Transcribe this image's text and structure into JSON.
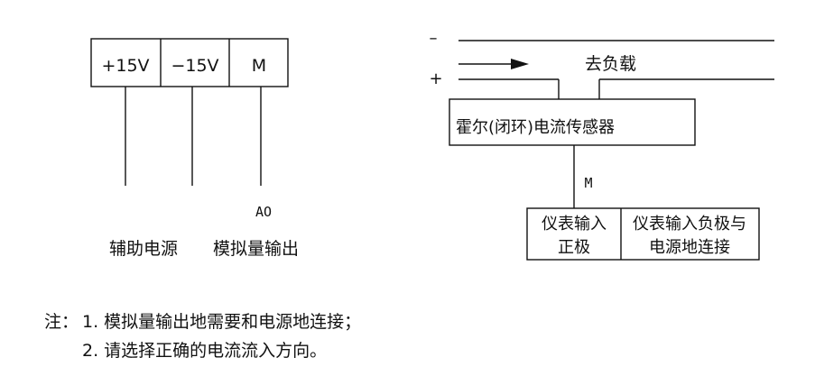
{
  "left_block": {
    "terminals": [
      "+15V",
      "−15V",
      "M"
    ],
    "ao_label": "AO",
    "caption_power": "辅助电源",
    "caption_output": "模拟量输出"
  },
  "right_block": {
    "minus_label": "–",
    "plus_label": "+",
    "load_label": "去负载",
    "sensor_label": "霍尔(闭环)电流传感器",
    "m_label": "M",
    "meter_positive_line1": "仪表输入",
    "meter_positive_line2": "正极",
    "meter_negative_line1": "仪表输入负极与",
    "meter_negative_line2": "电源地连接"
  },
  "notes": {
    "prefix": "注：",
    "item1": "1. 模拟量输出地需要和电源地连接；",
    "item2": "2. 请选择正确的电流流入方向。"
  },
  "colors": {
    "ink": "#111111",
    "background": "#ffffff"
  }
}
